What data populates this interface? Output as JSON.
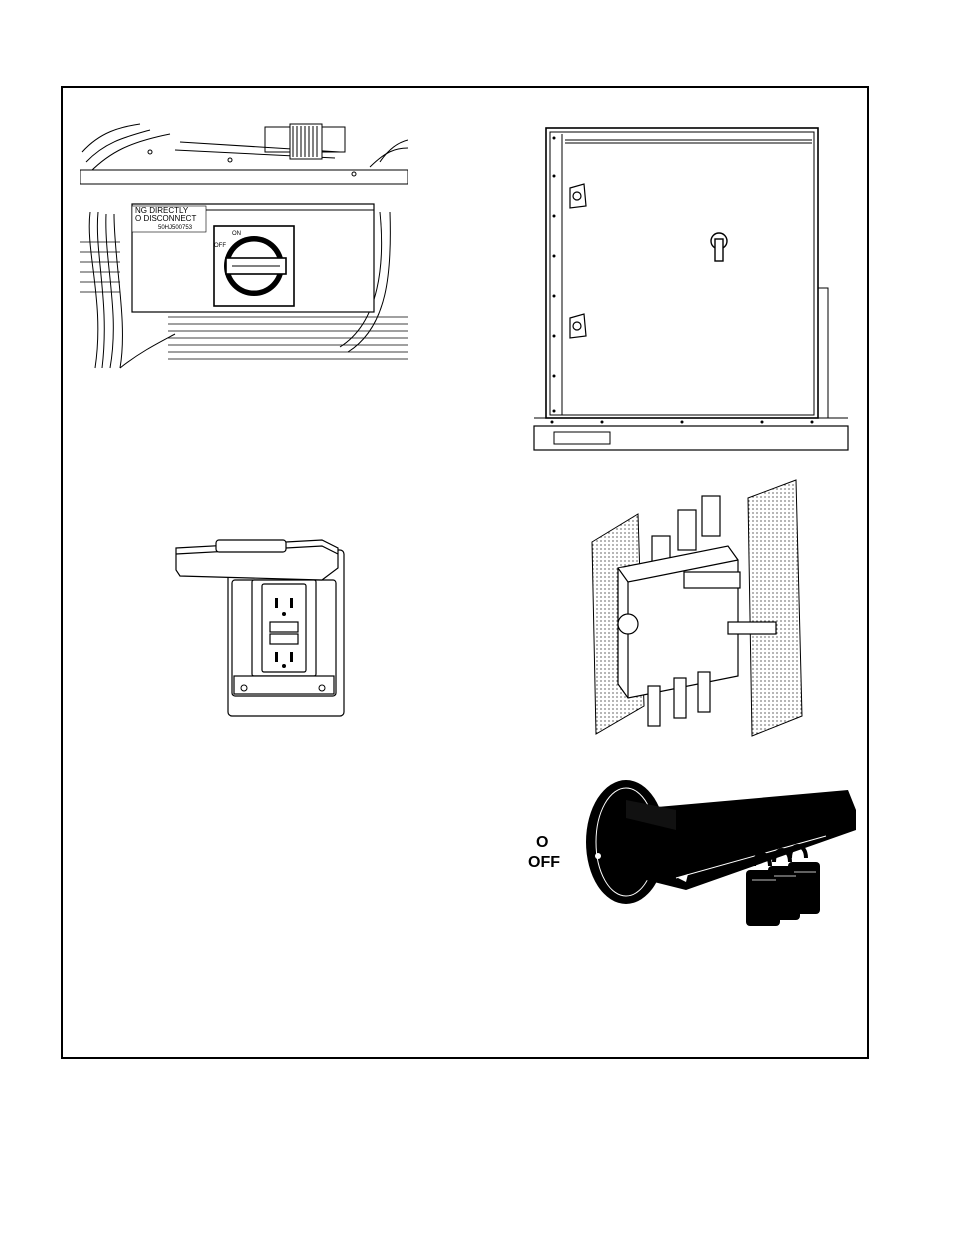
{
  "figures": {
    "disconnect_box": {
      "sticker_line1": "NG  DIRECTLY",
      "sticker_line2": "O DISCONNECT",
      "part_number": "50HJ500753",
      "on_label": "ON",
      "off_label": "OFF"
    },
    "lockout_handle": {
      "position_symbol": "O",
      "off_label": "OFF"
    }
  }
}
